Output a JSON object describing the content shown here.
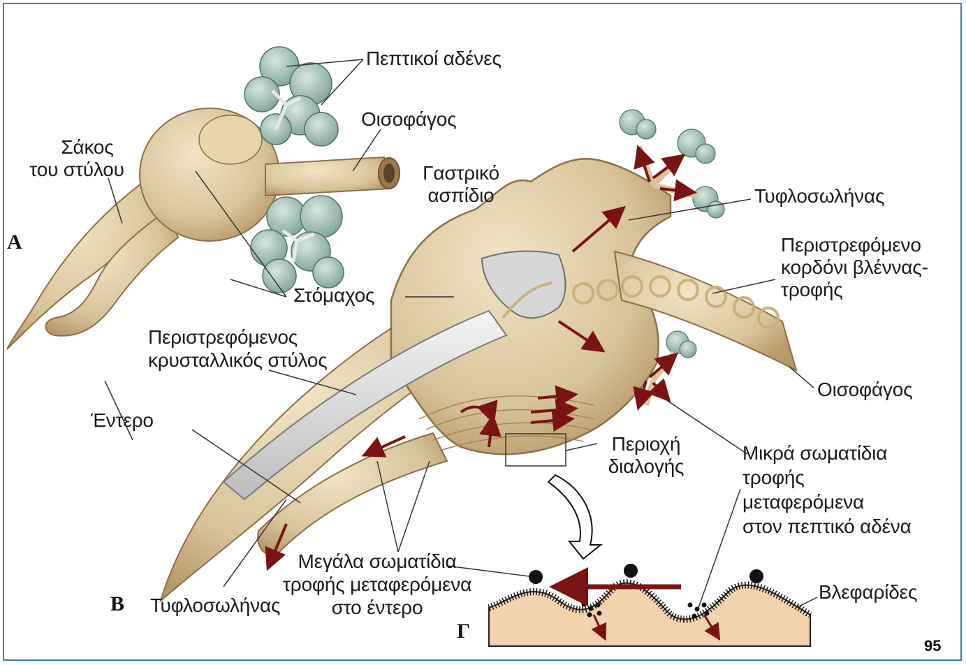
{
  "labels": {
    "peptic_glands": "Πεπτικοί αδένες",
    "esophagus_a": "Οισοφάγος",
    "style_sac_1": "Σάκος",
    "style_sac_2": "του στύλου",
    "gastric_shield_1": "Γαστρικό",
    "gastric_shield_2": "ασπίδιο",
    "typhlosole_top": "Τυφλοσωλήνας",
    "rotating_cord_1": "Περιστρεφόμενο",
    "rotating_cord_2": "κορδόνι βλέννας-",
    "rotating_cord_3": "τροφής",
    "stomach": "Στόμαχος",
    "rotating_style_1": "Περιστρεφόμενος",
    "rotating_style_2": "κρυσταλλικός στύλος",
    "esophagus_b": "Οισοφάγος",
    "intestine": "Έντερο",
    "sorting_area_1": "Περιοχή",
    "sorting_area_2": "διαλογής",
    "small_particles_1": "Μικρά σωματίδια",
    "small_particles_2": "τροφής",
    "small_particles_3": "μεταφερόμενα",
    "small_particles_4": "στον πεπτικό αδένα",
    "large_particles_1": "Μεγάλα σωματίδια",
    "large_particles_2": "τροφής μεταφερόμενα",
    "large_particles_3": "στο έντερο",
    "typhlosole_bottom": "Τυφλοσωλήνας",
    "cilia": "Βλεφαρίδες"
  },
  "panels": {
    "a": "A",
    "b": "B",
    "c": "Γ"
  },
  "page_number": "95",
  "colors": {
    "tissue": "#d8c39a",
    "tissue_dark": "#b89a6a",
    "gland": "#8fb0a4",
    "style_rod": "#dcdcdc",
    "arrow": "#7a1414",
    "frame": "#3a7bd5"
  }
}
